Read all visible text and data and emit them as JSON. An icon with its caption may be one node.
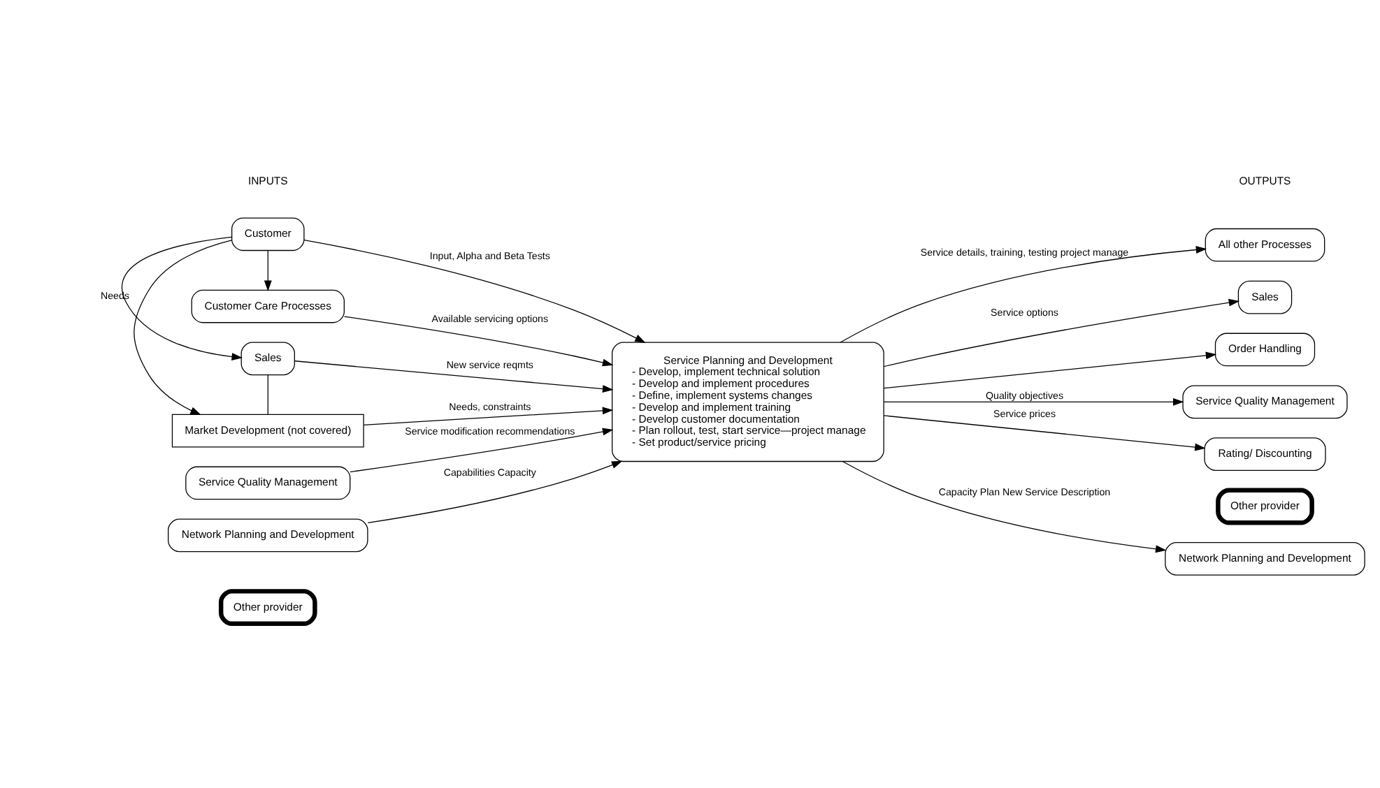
{
  "diagram": {
    "nodes": [
      {
        "text": [
          "Customer"
        ]
      },
      {
        "text": [
          "Customer Care Processes"
        ]
      },
      {
        "text": [
          "Sales"
        ]
      },
      {
        "text": [
          "Market Development (not covered)"
        ]
      },
      {
        "text": [
          "Service Quality Management"
        ]
      },
      {
        "text": [
          "Other provider"
        ]
      },
      {
        "text": [
          "Network Planning and Development"
        ]
      },
      {
        "text": [
          "Service Planning and Development",
          "- Develop, implement technical solution",
          "- Develop and implement procedures",
          "- Define, implement systems changes",
          "- Develop and implement training",
          "- Develop customer documentation",
          "- Plan rollout, test, start service—project manage",
          "- Set product/service pricing"
        ]
      },
      {
        "text": [
          "All other Processes"
        ]
      },
      {
        "text": [
          "Sales"
        ]
      },
      {
        "text": [
          "Order Handling"
        ]
      },
      {
        "text": [
          "Service Quality Management"
        ]
      },
      {
        "text": [
          "Rating/ Discounting"
        ]
      },
      {
        "text": [
          "Other provider"
        ]
      },
      {
        "text": [
          "Network Planning and Development"
        ]
      }
    ],
    "edges": [
      {
        "from": 0,
        "to": 7,
        "arrow": "to",
        "label": "Input, Alpha and Beta Tests"
      },
      {
        "from": 1,
        "to": 7,
        "arrow": "to",
        "label": "Available servicing options"
      },
      {
        "from": 0,
        "to": 1,
        "arrow": "to"
      },
      {
        "from": 0,
        "to": 2,
        "arrow": "to",
        "label": "Needs"
      },
      {
        "from": 0,
        "to": 3,
        "arrow": "to"
      },
      {
        "from": 2,
        "to": 7,
        "arrow": "to",
        "label": "New service reqmts"
      },
      {
        "from": 2,
        "to": 3,
        "arrow": "none"
      },
      {
        "from": 3,
        "to": 7,
        "arrow": "to",
        "label": "Needs, constraints"
      },
      {
        "from": 4,
        "to": 7,
        "arrow": "to",
        "label": "Service modification recommendations"
      },
      {
        "from": 6,
        "to": 7,
        "arrow": "to",
        "label": "Capabilities Capacity"
      },
      {
        "from": 7,
        "to": 8,
        "arrow": "to",
        "label": "Service details, training, testing project manage"
      },
      {
        "from": 7,
        "to": 9,
        "arrow": "to",
        "label": "Service options"
      },
      {
        "from": 7,
        "to": 10,
        "arrow": "to"
      },
      {
        "from": 7,
        "to": 11,
        "arrow": "to",
        "label": "Quality objectives"
      },
      {
        "from": 7,
        "to": 12,
        "arrow": "to",
        "label": "Service prices"
      },
      {
        "from": 7,
        "to": 14,
        "arrow": "to",
        "label": "Capacity Plan New Service Description"
      }
    ],
    "labels": [
      "INPUTS",
      "OUTPUTS"
    ]
  }
}
